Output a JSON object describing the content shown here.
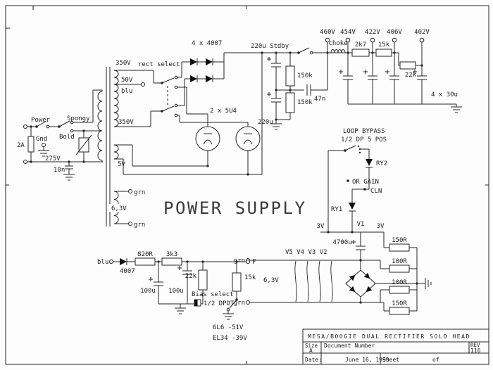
{
  "title_block": {
    "title": "MESA/BOOGIE DUAL RECTIFIER SOLO HEAD",
    "size_label": "Size",
    "size": "A",
    "doc_label": "Document Number",
    "rev_label": "REV",
    "rev": "116",
    "date_label": "Date:",
    "date": "June 16, 1999",
    "sheet_label": "Sheet",
    "of_label": "of"
  },
  "big_title": "POWER SUPPLY",
  "power_input": {
    "power": "Power",
    "spongy": "Spongy",
    "bold": "Bold",
    "fuse": "2A",
    "gnd": "Gnd",
    "mov": "275V",
    "cap": "10n"
  },
  "transformer": {
    "hv_top": "350V",
    "tap50": "50V",
    "tap50_color": "blu",
    "hv_bot": "350V",
    "fil5": "5V",
    "heater": "6,3V",
    "grn_top": "grn",
    "grn_bot": "grn"
  },
  "rectifier": {
    "rect_select": "rect select",
    "diodes": "4 x 4007",
    "tubes": "2 x 5U4",
    "cap_stdby": "220u Stdby",
    "cap2": "220u",
    "r1": "150k",
    "r2": "150k",
    "snub": "47n"
  },
  "b_plus": {
    "v1": "460V",
    "choke": "choke",
    "v2": "454V",
    "r1": "2k7",
    "v3": "422V",
    "r2": "15k",
    "v4": "406V",
    "r3": "22k",
    "v5": "402V",
    "caps": "4 x 30u"
  },
  "loop": {
    "line1": "LOOP BYPASS",
    "line2": "1/2 DP 5 POS",
    "ry2": "RY2",
    "or_gain": "OR GAIN",
    "cln": "CLN",
    "ry1": "RY1"
  },
  "heaters": {
    "v3_left": "3V",
    "v1": "V1",
    "v3_right": "3V",
    "cap": "4700u",
    "r1": "150R",
    "r2": "100R",
    "r3": "100R",
    "r4": "150R",
    "tubes": "V5 V4 V3 V2",
    "volts": "6,3V",
    "grn_top": "grn",
    "grn_bot": "grn"
  },
  "bias": {
    "blu": "blu",
    "diode": "4007",
    "r1": "820R",
    "r2": "3k3",
    "c1": "100u",
    "c2": "100u",
    "r3": "22k",
    "r4": "15k",
    "select1": "Bias select",
    "select2": "1/2 DPDT",
    "f": "F",
    "note_6l6": "6L6  -51V",
    "note_el34": "EL34 -39V"
  }
}
